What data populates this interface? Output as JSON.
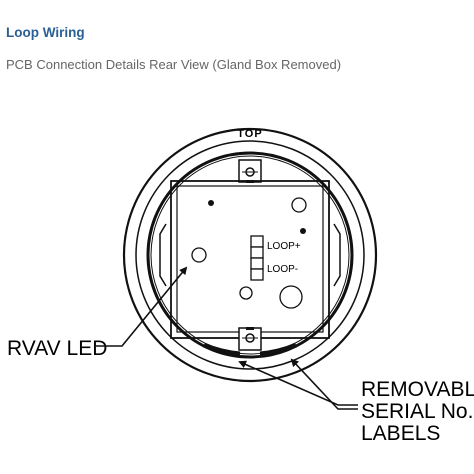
{
  "header": {
    "title": "Loop Wiring",
    "subtitle": "PCB Connection Details Rear View (Gland Box Removed)"
  },
  "diagram": {
    "top_label": "TOP",
    "terminal_labels": [
      "LOOP+",
      "LOOP-"
    ],
    "callouts": {
      "led": "RVAV LED",
      "serial_lines": [
        "REMOVABLE",
        "SERIAL No.",
        "LABELS"
      ]
    }
  },
  "colors": {
    "title": "#2a6094",
    "subtitle": "#666666",
    "line": "#111111"
  }
}
